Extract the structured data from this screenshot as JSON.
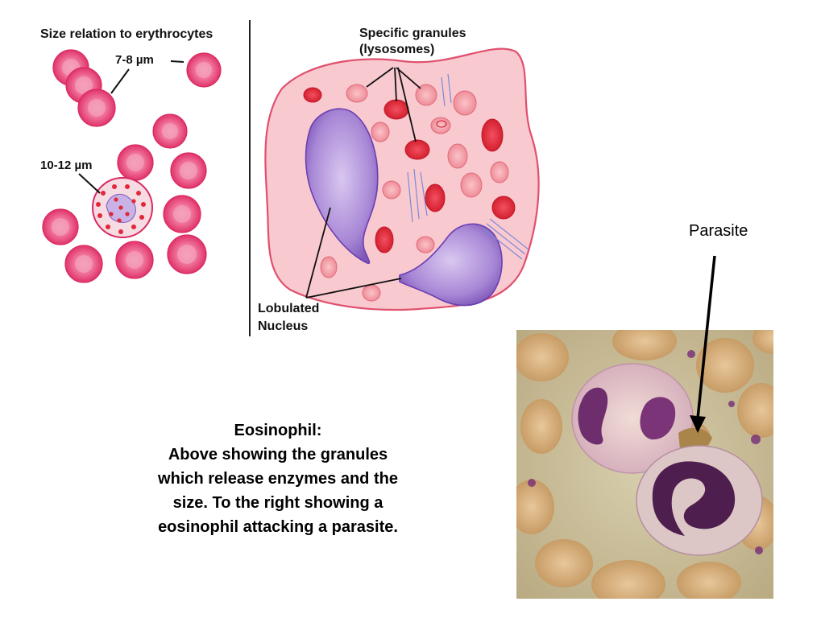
{
  "diagram": {
    "size_title": "Size relation to erythrocytes",
    "rbc_size": "7-8 µm",
    "eos_size": "10-12 µm",
    "granules_label_line1": "Specific granules",
    "granules_label_line2": "(lysosomes)",
    "nucleus_label_line1": "Lobulated",
    "nucleus_label_line2": "Nucleus"
  },
  "photo": {
    "parasite_label": "Parasite"
  },
  "caption": {
    "line1": "Eosinophil:",
    "line2": "Above showing the granules",
    "line3": "which release enzymes and the",
    "line4": "size. To the right showing a",
    "line5": "eosinophil attacking a parasite."
  },
  "colors": {
    "rbc": "#e83a6e",
    "cytoplasm": "#f9c9d0",
    "nucleus": "#9b72c9",
    "granule": "#e0283a"
  }
}
